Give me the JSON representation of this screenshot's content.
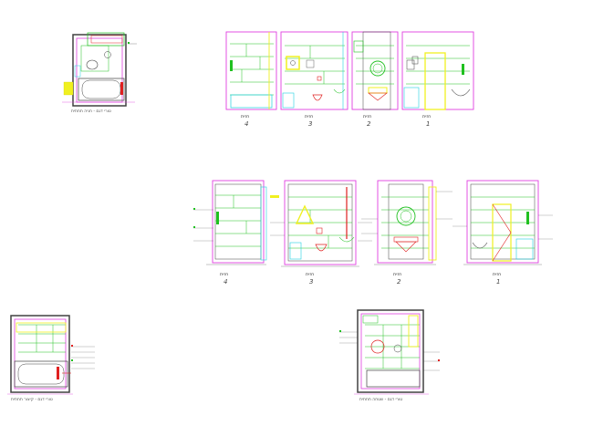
{
  "colors": {
    "magenta": "#e040e0",
    "green": "#20c020",
    "cyan": "#20d0e0",
    "yellow": "#f0f020",
    "red": "#e02020",
    "dark": "#404040",
    "blue": "#2040e0"
  },
  "row1": {
    "plan_caption": "טורי דגם - חניה תחתית",
    "elev_labels": [
      "חזית",
      "חזית",
      "חזית",
      "חזית"
    ],
    "elev_numbers": [
      "4",
      "3",
      "2",
      "1"
    ]
  },
  "row2": {
    "elev_labels": [
      "חזית",
      "חזית",
      "חזית",
      "חזית"
    ],
    "elev_numbers": [
      "4",
      "3",
      "2",
      "1"
    ]
  },
  "row3": {
    "plan_left_caption": "טורי דגם - קיצור תחתית",
    "plan_right_caption": "טורי דגם - שטחה תחתית"
  }
}
